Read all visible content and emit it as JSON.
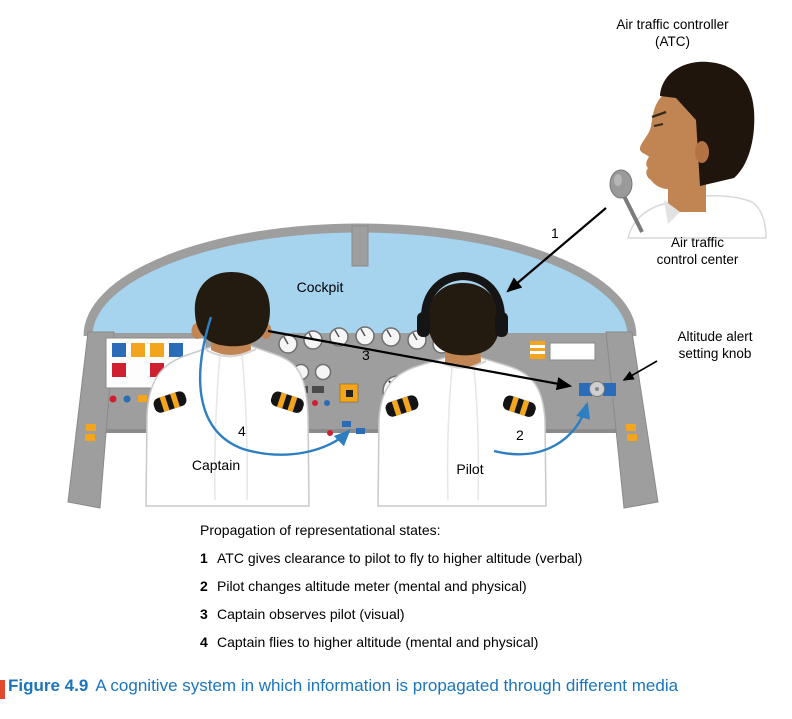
{
  "diagram": {
    "atc_label_line1": "Air traffic controller",
    "atc_label_line2": "(ATC)",
    "control_center_line1": "Air traffic",
    "control_center_line2": "control center",
    "cockpit_label": "Cockpit",
    "captain_label": "Captain",
    "pilot_label": "Pilot",
    "knob_label_line1": "Altitude alert",
    "knob_label_line2": "setting knob",
    "arrow1_num": "1",
    "arrow2_num": "2",
    "arrow3_num": "3",
    "arrow4_num": "4"
  },
  "legend": {
    "title": "Propagation of representational states:",
    "items": [
      {
        "num": "1",
        "text": "ATC gives clearance to pilot to fly to higher altitude (verbal)"
      },
      {
        "num": "2",
        "text": "Pilot changes altitude meter (mental and physical)"
      },
      {
        "num": "3",
        "text": "Captain observes pilot (visual)"
      },
      {
        "num": "4",
        "text": "Captain flies to higher altitude (mental and physical)"
      }
    ]
  },
  "caption": {
    "label": "Figure 4.9",
    "text": "A cognitive system in which information is propagated through different media"
  },
  "colors": {
    "sky_blue": "#a6d3ee",
    "frame_gray": "#9e9e9e",
    "arrow_blue": "#2e7fc2",
    "arrow_black": "#000000",
    "caption_blue": "#1b75bc",
    "caption_accent": "#e2492f",
    "skin": "#c08552",
    "hair": "#231a10",
    "stripe_yellow": "#f2a51d",
    "button_red": "#cf2030",
    "button_blue": "#2b6cb8"
  }
}
